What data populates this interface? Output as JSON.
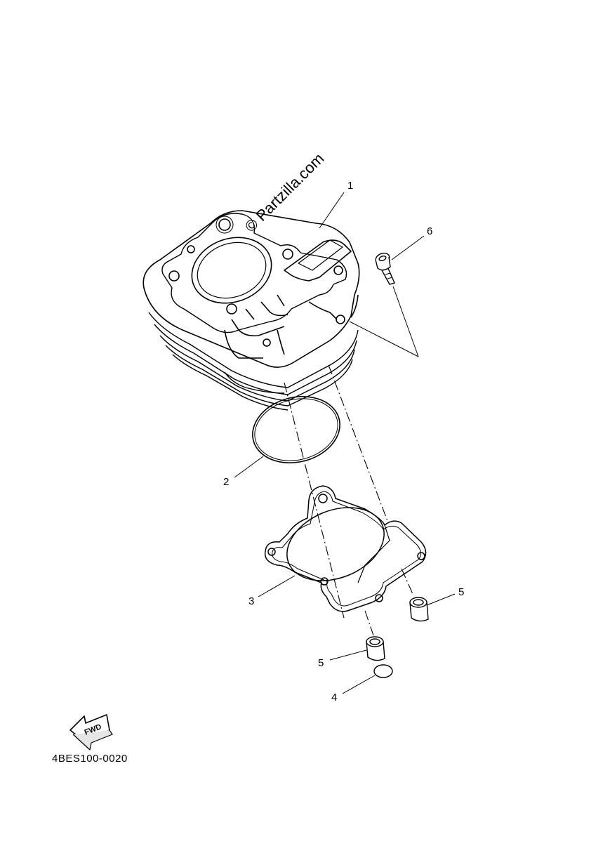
{
  "watermark": "© Partzilla.com",
  "diagram_code": "4BES100-0020",
  "fwd_label": "FWD",
  "callouts": {
    "c1": "1",
    "c2": "2",
    "c3": "3",
    "c4": "4",
    "c5a": "5",
    "c5b": "5",
    "c6": "6"
  },
  "colors": {
    "line": "#000000",
    "background": "#ffffff"
  }
}
